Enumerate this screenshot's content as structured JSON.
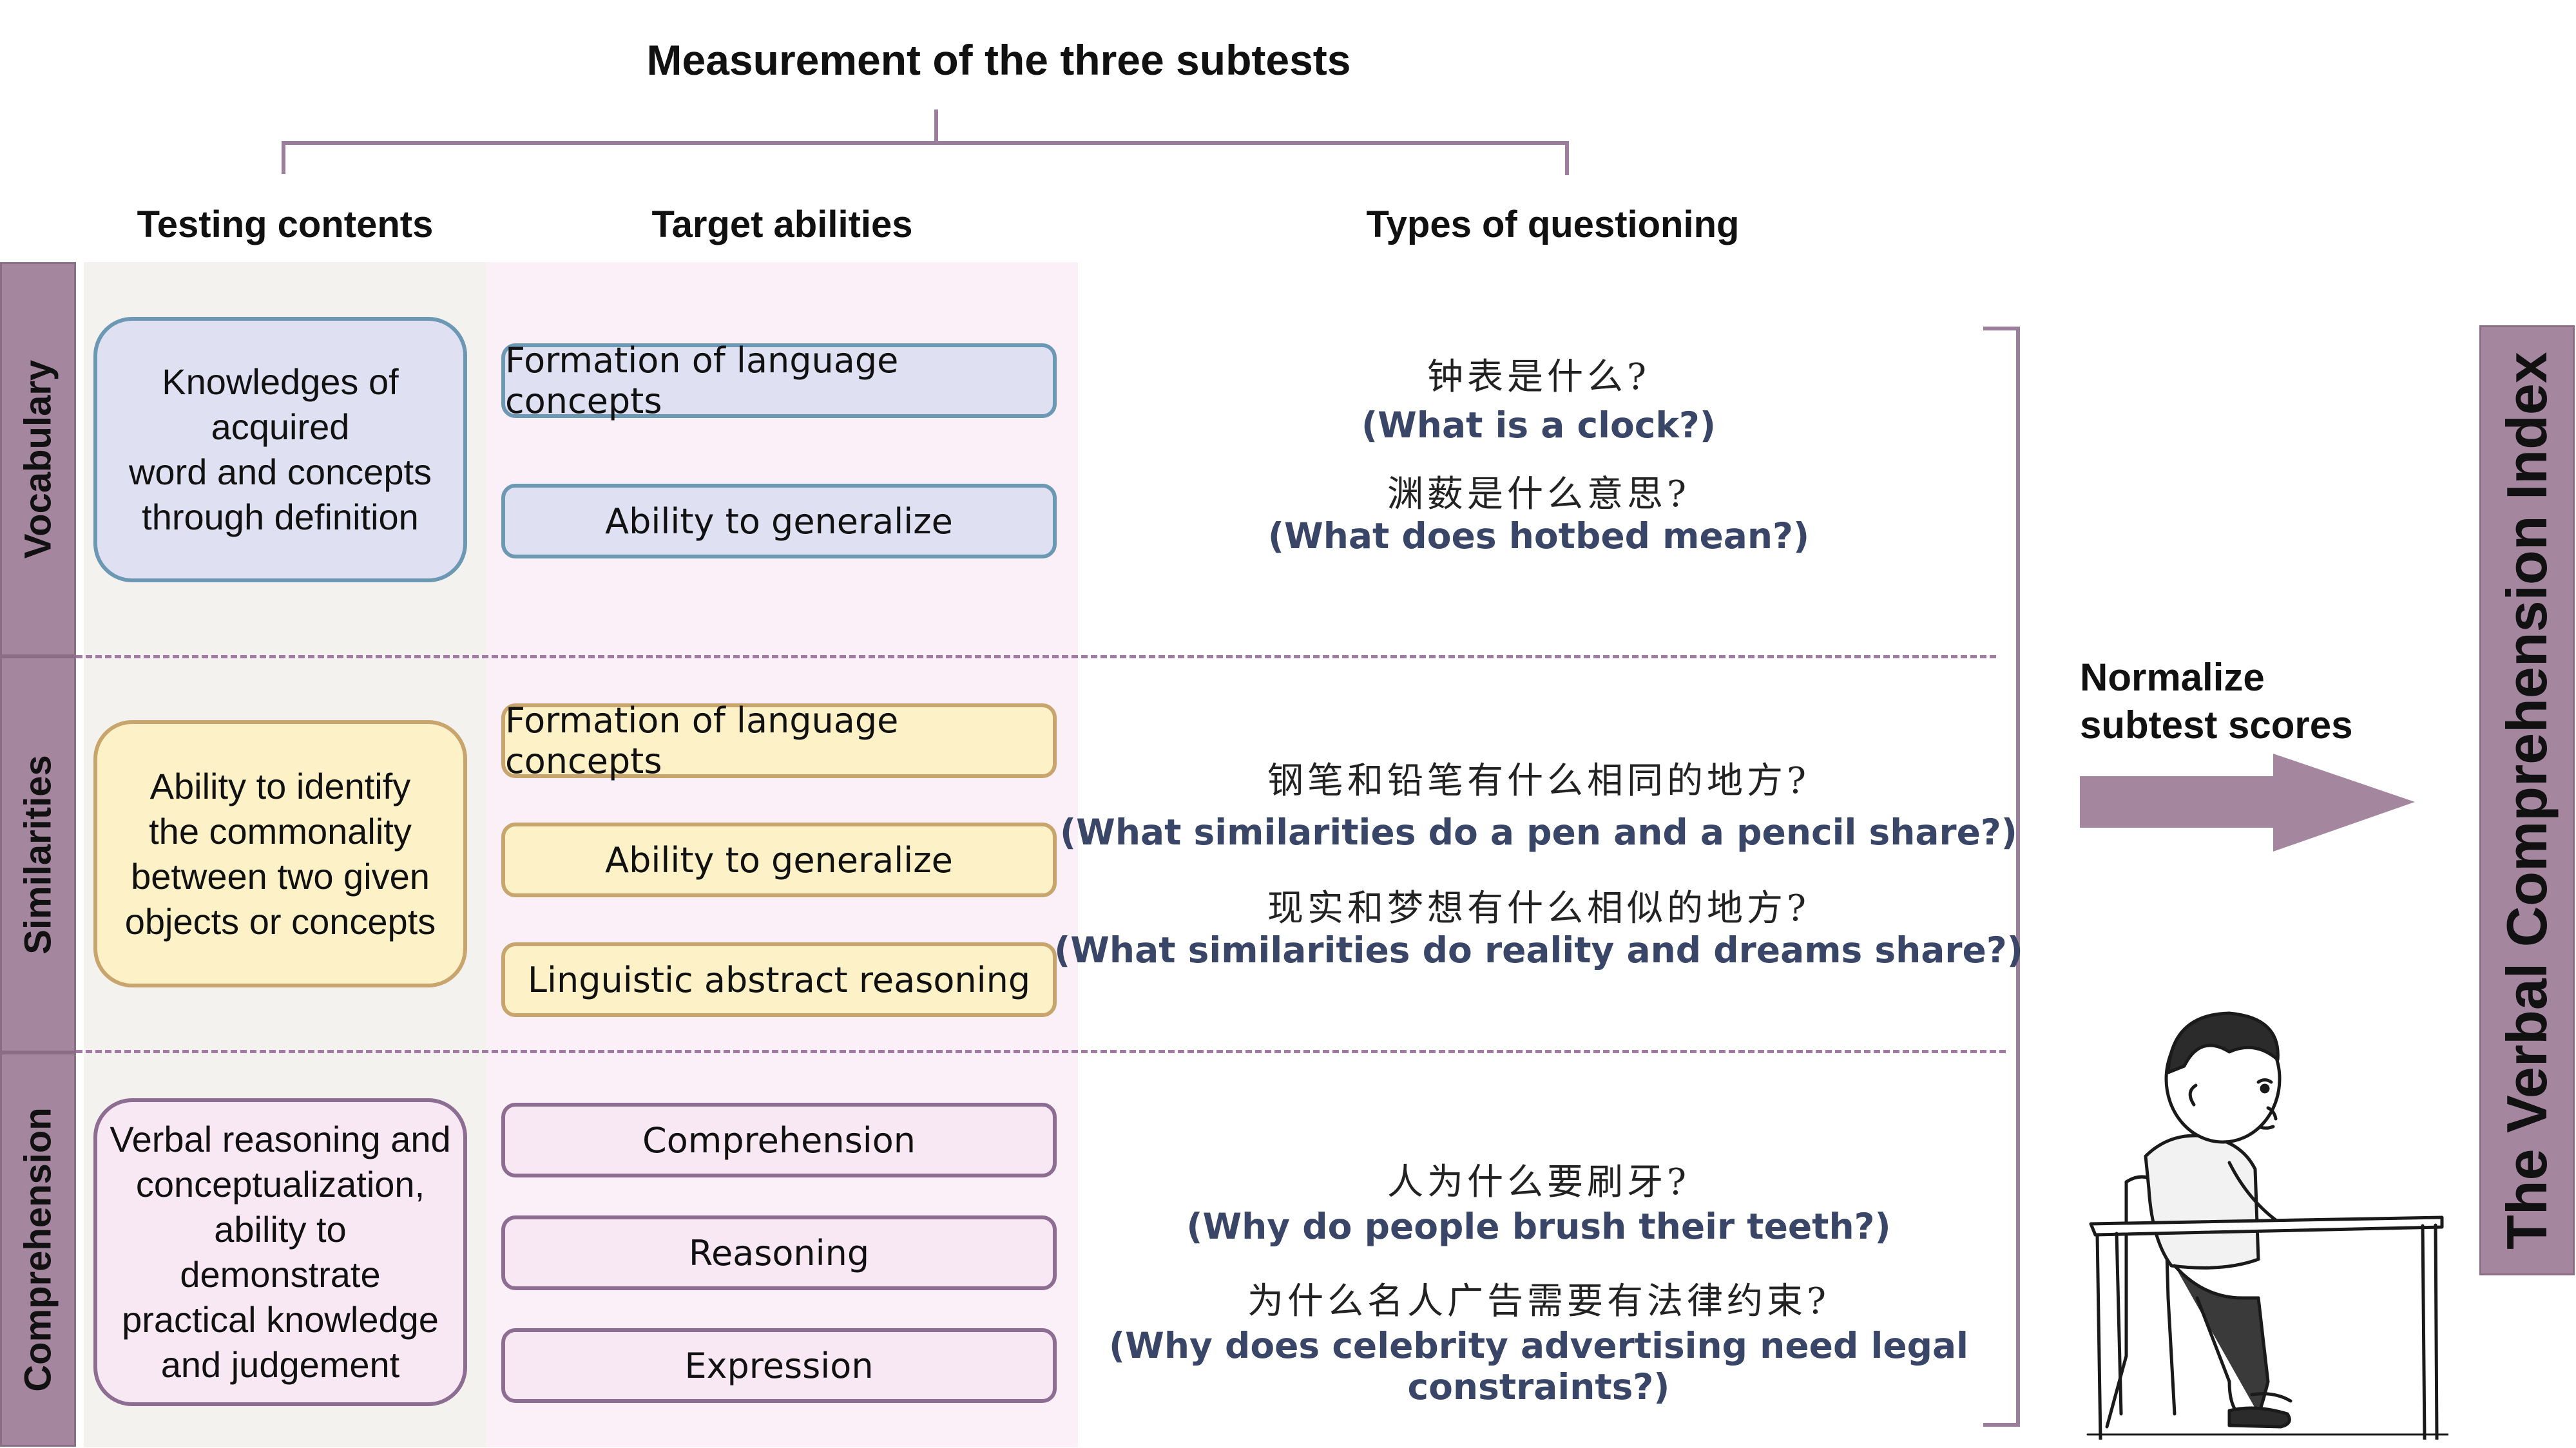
{
  "title": "Measurement of the three subtests",
  "columns": {
    "testing_contents": "Testing contents",
    "target_abilities": "Target abilities",
    "types_of_questioning": "Types of questioning"
  },
  "rows": {
    "vocabulary": {
      "label": "Vocabulary",
      "content_lines": [
        "Knowledges of",
        "acquired",
        "word and concepts",
        "through definition"
      ],
      "abilities": [
        "Formation of language concepts",
        "Ability to generalize"
      ],
      "questions": [
        {
          "zh": "钟表是什么?",
          "en": "(What is a clock?)"
        },
        {
          "zh": "渊薮是什么意思?",
          "en": "(What does hotbed mean?)"
        }
      ]
    },
    "similarities": {
      "label": "Similarities",
      "content_lines": [
        "Ability to identify",
        "the commonality",
        "between two given",
        "objects or concepts"
      ],
      "abilities": [
        "Formation of language concepts",
        "Ability to generalize",
        "Linguistic abstract reasoning"
      ],
      "questions": [
        {
          "zh": "钢笔和铅笔有什么相同的地方?",
          "en": "(What similarities do a pen and a pencil share?)"
        },
        {
          "zh": "现实和梦想有什么相似的地方?",
          "en": "(What similarities do reality and dreams share?)"
        }
      ]
    },
    "comprehension": {
      "label": "Comprehension",
      "content_lines": [
        "Verbal reasoning and",
        "conceptualization,",
        "ability to",
        "demonstrate",
        "practical knowledge",
        "and judgement"
      ],
      "abilities": [
        "Comprehension",
        "Reasoning",
        "Expression"
      ],
      "questions": [
        {
          "zh": "人为什么要刷牙?",
          "en": "(Why do people brush their teeth?)"
        },
        {
          "zh": "为什么名人广告需要有法律约束?",
          "en": "(Why does celebrity advertising need legal constraints?)"
        }
      ]
    }
  },
  "normalize_label_lines": [
    "Normalize",
    "subtest scores"
  ],
  "index_label": "The Verbal Comprehension Index",
  "colors": {
    "purple": "#a4869f",
    "vocab_fill": "#dfe1f2",
    "vocab_border": "#6d98b4",
    "sim_fill": "#fcf1c7",
    "sim_border": "#c7a56d",
    "comp_fill": "#f7e8f3",
    "comp_border": "#8e6d93",
    "question_en": "#3a4668"
  },
  "illustration": "child-at-desk-sketch"
}
